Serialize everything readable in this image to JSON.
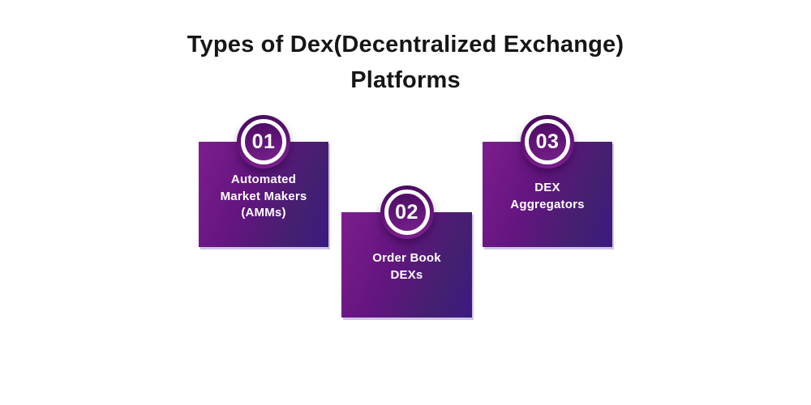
{
  "title": {
    "text": "Types of Dex(Decentralized Exchange)\nPlatforms"
  },
  "cards": [
    {
      "number": "01",
      "label": "Automated\nMarket Makers\n(AMMs)"
    },
    {
      "number": "02",
      "label": "Order Book\nDEXs"
    },
    {
      "number": "03",
      "label": "DEX\nAggregators"
    }
  ],
  "colors": {
    "background": "#ffffff",
    "title_text": "#161616",
    "card_gradient_start": "#7d1d8d",
    "card_gradient_end": "#3a1a82",
    "badge_ring": "#ffffff",
    "card_text": "#ffffff",
    "card_shadow": "#c9bbe5"
  }
}
